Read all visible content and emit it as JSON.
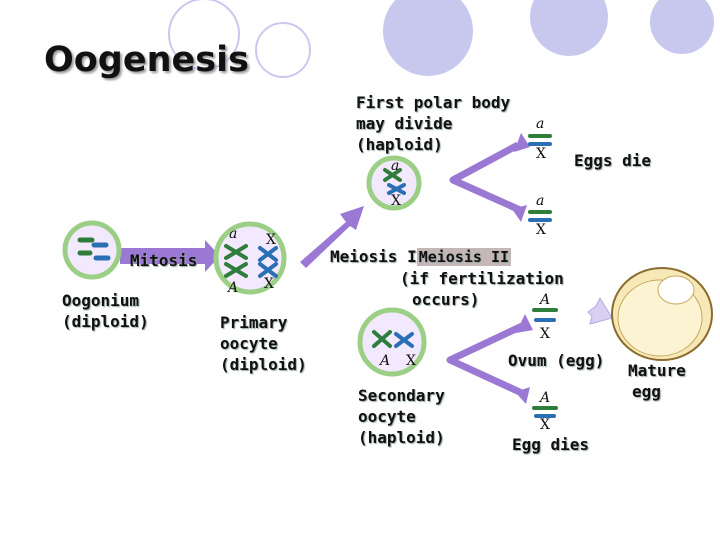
{
  "title": "Oogenesis",
  "labels": {
    "oogonium": [
      "Oogonium",
      "(diploid)"
    ],
    "mitosis": "Mitosis",
    "primary_oocyte": [
      "Primary",
      "oocyte",
      "(diploid)"
    ],
    "meiosis_1": "Meiosis I",
    "meiosis_2": "Meiosis II",
    "fertilization": [
      "(if fertilization",
      "occurs)"
    ],
    "first_polar_body": [
      "First polar body",
      "may divide",
      "(haploid)"
    ],
    "eggs_die": "Eggs die",
    "secondary_oocyte": [
      "Secondary",
      "oocyte",
      "(haploid)"
    ],
    "ovum": "Ovum (egg)",
    "mature_egg": [
      "Mature",
      "egg"
    ],
    "egg_dies": "Egg dies"
  },
  "alleles": {
    "lower_a": "a",
    "upper_a": "A",
    "x": "X"
  },
  "colors": {
    "chromosome_green": "#2f7d3a",
    "chromosome_blue": "#2a6fb3",
    "cell_ring": "#9ccf86",
    "cell_fill": "#f3e9ff",
    "arrow": "#9b78d4",
    "decor_circle": "#c8c8ee"
  }
}
